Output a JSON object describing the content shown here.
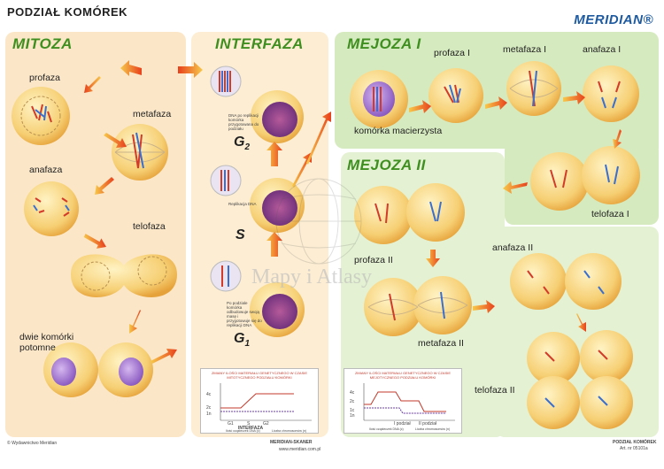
{
  "header": {
    "title": "PODZIAŁ KOMÓREK",
    "brand": "MERIDIAN®"
  },
  "sections": {
    "mitoza": {
      "title": "MITOZA",
      "labels": {
        "profaza": "profaza",
        "metafaza": "metafaza",
        "anafaza": "anafaza",
        "telofaza": "telofaza",
        "daughters": "dwie komórki potomne"
      }
    },
    "interfaza": {
      "title": "INTERFAZA",
      "g2": "G",
      "g2_sub": "2",
      "s": "S",
      "g1": "G",
      "g1_sub": "1",
      "note_g2": "DNA po replikacji komórka przygotowana do podziału",
      "note_s": "Replikacja DNA",
      "note_g1": "Po podziale komórka odbudowuje swoją masę i przygotowuje się do replikacji DNA"
    },
    "mejoza1": {
      "title": "MEJOZA I",
      "labels": {
        "profaza": "profaza I",
        "metafaza": "metafaza I",
        "anafaza": "anafaza I",
        "mother": "komórka macierzysta",
        "telofaza": "telofaza I"
      }
    },
    "mejoza2": {
      "title": "MEJOZA II",
      "labels": {
        "profaza": "profaza II",
        "metafaza": "metafaza II",
        "anafaza": "anafaza II",
        "telofaza": "telofaza II"
      }
    }
  },
  "graph_left": {
    "title": "ZMIANY ILOŚCI MATERIAŁU GENETYCZNEGO W CZASIE MITOTYCZNEGO PODZIAŁU KOMÓRKI",
    "y_labels": [
      "4c",
      "2c",
      "1n"
    ],
    "x_labels": [
      "G1",
      "S",
      "G2"
    ],
    "x_title": "INTERFAZA",
    "legend": [
      "Ilość cząsteczek DNA (c)",
      "Liczba chromosomów (n)"
    ]
  },
  "graph_right": {
    "title": "ZMIANY ILOŚCI MATERIAŁU GENETYCZNEGO W CZASIE MEJOTYCZNEGO PODZIAŁU KOMÓRKI",
    "y_labels": [
      "4c",
      "2c",
      "1c",
      "1n"
    ],
    "x_labels": [
      "I podział",
      "II podział"
    ],
    "legend": [
      "Ilość cząsteczek DNA (c)",
      "Liczba chromosomów (n)"
    ]
  },
  "footer": {
    "copyright": "© Wydawnictwo Meridian",
    "publisher": "MERIDIAN-SKANER",
    "address": "www.meridian.com.pl",
    "right_title": "PODZIAŁ KOMÓREK",
    "right_code": "Art. nr 05101a"
  },
  "watermark": "Mapy i Atlasy",
  "colors": {
    "cell": "#f7d27a",
    "cell_edge": "#e8a83a",
    "nucleus": "#b78ad6",
    "arrow": "#e8541e",
    "red_chrom": "#d23a2a",
    "blue_chrom": "#3a6fd0",
    "mitoza_title": "#3e8f1f",
    "interfaza_title": "#2a66b0"
  }
}
